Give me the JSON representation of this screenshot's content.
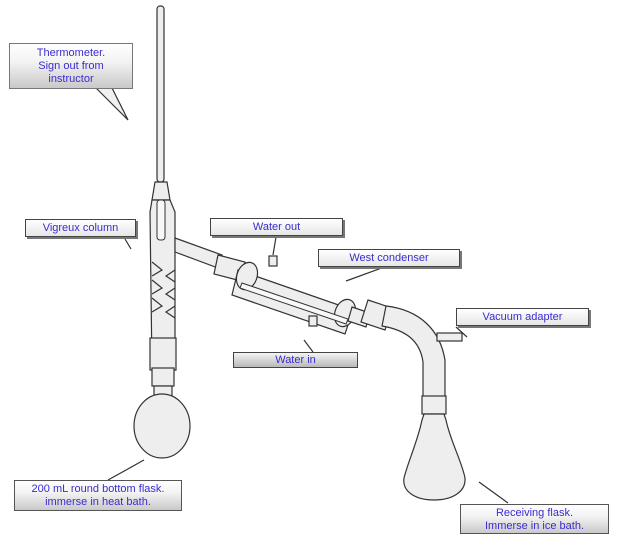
{
  "labels": {
    "thermometer": "Thermometer.\nSign out from\ninstructor",
    "vigreux": "Vigreux column",
    "water_out": "Water out",
    "west_condenser": "West condenser",
    "vacuum_adapter": "Vacuum adapter",
    "water_in": "Water in",
    "round_flask": "200 mL round bottom flask.\nimmerse in heat bath.",
    "receiving_flask": "Receiving flask.\nImmerse in ice bath."
  }
}
